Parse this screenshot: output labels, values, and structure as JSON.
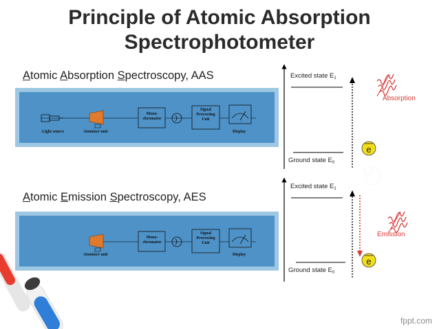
{
  "title": {
    "line1": "Principle of Atomic Absorption",
    "line2": "Spectrophotometer"
  },
  "aas": {
    "heading": {
      "p1": "A",
      "p2": "tomic ",
      "p3": "A",
      "p4": "bsorption ",
      "p5": "S",
      "p6": "pectroscopy, AAS"
    },
    "labels": {
      "light_source": "Light source",
      "atomizer": "Atomizer unit",
      "mono": [
        "Mono-",
        "chromator"
      ],
      "signal": [
        "Signal",
        "Processing",
        "Unit"
      ],
      "display": "Display"
    },
    "excited": {
      "text": "Excited state E",
      "sub": "1"
    },
    "ground": {
      "text": "Ground state E",
      "sub": "0"
    },
    "process_label": "Absorption",
    "electron": "e"
  },
  "aes": {
    "heading": {
      "p1": "A",
      "p2": "tomic ",
      "p3": "E",
      "p4": "mission ",
      "p5": "S",
      "p6": "pectroscopy, AES"
    },
    "labels": {
      "atomizer": "Atomizer unit",
      "mono": [
        "Mono-",
        "chromator"
      ],
      "signal": [
        "Signal",
        "Processing",
        "Unit"
      ],
      "display": "Display"
    },
    "excited": {
      "text": "Excited state E",
      "sub": "1"
    },
    "ground": {
      "text": "Ground state E",
      "sub": "0"
    },
    "process_label": "Emission",
    "electron": "e"
  },
  "footer": "fppt.com",
  "colors": {
    "accent_red": "#d93a3a",
    "panel_blue": "#4e92c7",
    "panel_border": "#9ec7e4",
    "electron_yellow": "#f3de1a",
    "flame_orange": "#e07a2c"
  }
}
